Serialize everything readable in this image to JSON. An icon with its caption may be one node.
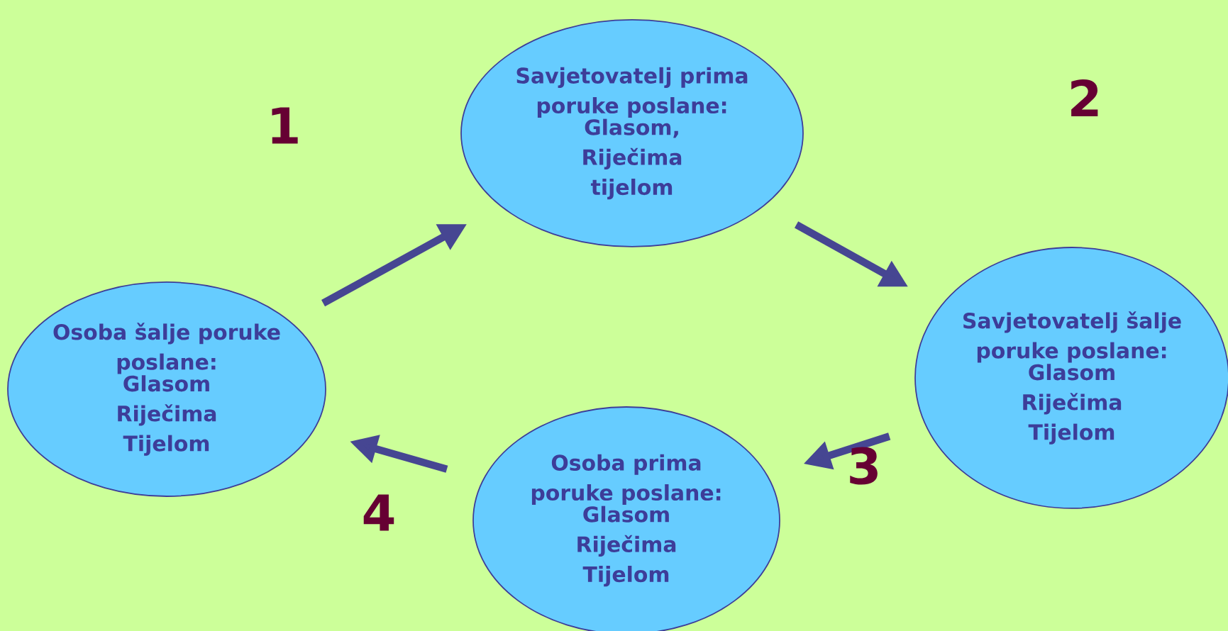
{
  "diagram": {
    "nodes": [
      {
        "text": [
          "Savjetovatelj prima poruke poslane:",
          "Glasom, Riječima tijelom"
        ]
      },
      {
        "text": [
          "Savjetovatelj šalje poruke poslane:",
          "Glasom Riječima Tijelom"
        ]
      },
      {
        "text": [
          "Osoba šalje poruke poslane:",
          "Glasom Riječima Tijelom"
        ]
      },
      {
        "text": [
          "Osoba prima poruke poslane:",
          "Glasom Riječima Tijelom"
        ]
      }
    ],
    "edges": [
      {
        "from": 2,
        "to": 0,
        "arrow": "to",
        "label": "1"
      },
      {
        "from": 0,
        "to": 1,
        "arrow": "to",
        "label": "2"
      },
      {
        "from": 1,
        "to": 3,
        "arrow": "to",
        "label": "3"
      },
      {
        "from": 3,
        "to": 2,
        "arrow": "to",
        "label": "4"
      }
    ]
  }
}
